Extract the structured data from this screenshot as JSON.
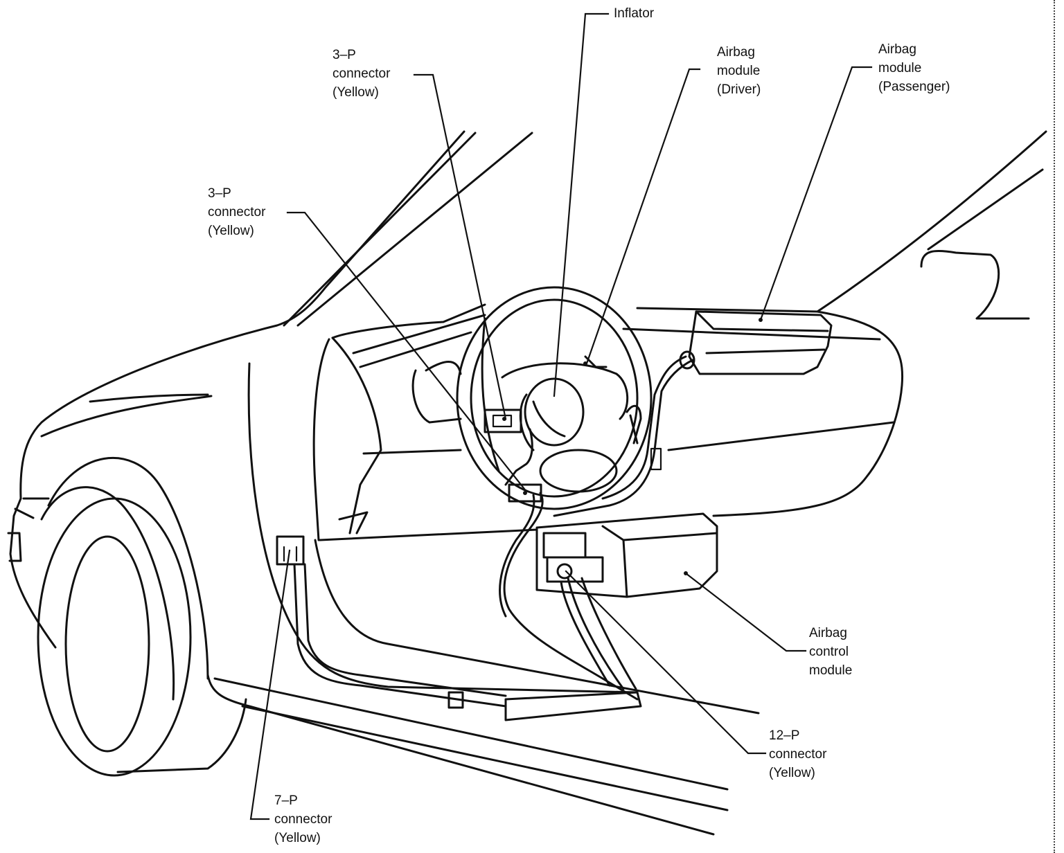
{
  "labels": {
    "inflator": [
      "Inflator"
    ],
    "connector_3p_upper": [
      "3–P",
      "connector",
      "(Yellow)"
    ],
    "connector_3p_left": [
      "3–P",
      "connector",
      "(Yellow)"
    ],
    "airbag_module_driver": [
      "Airbag",
      "module",
      "(Driver)"
    ],
    "airbag_module_passenger": [
      "Airbag",
      "module",
      "(Passenger)"
    ],
    "airbag_control_module": [
      "Airbag",
      "control",
      "module"
    ],
    "connector_12p": [
      "12–P",
      "connector",
      "(Yellow)"
    ],
    "connector_7p": [
      "7–P",
      "connector",
      "(Yellow)"
    ]
  }
}
